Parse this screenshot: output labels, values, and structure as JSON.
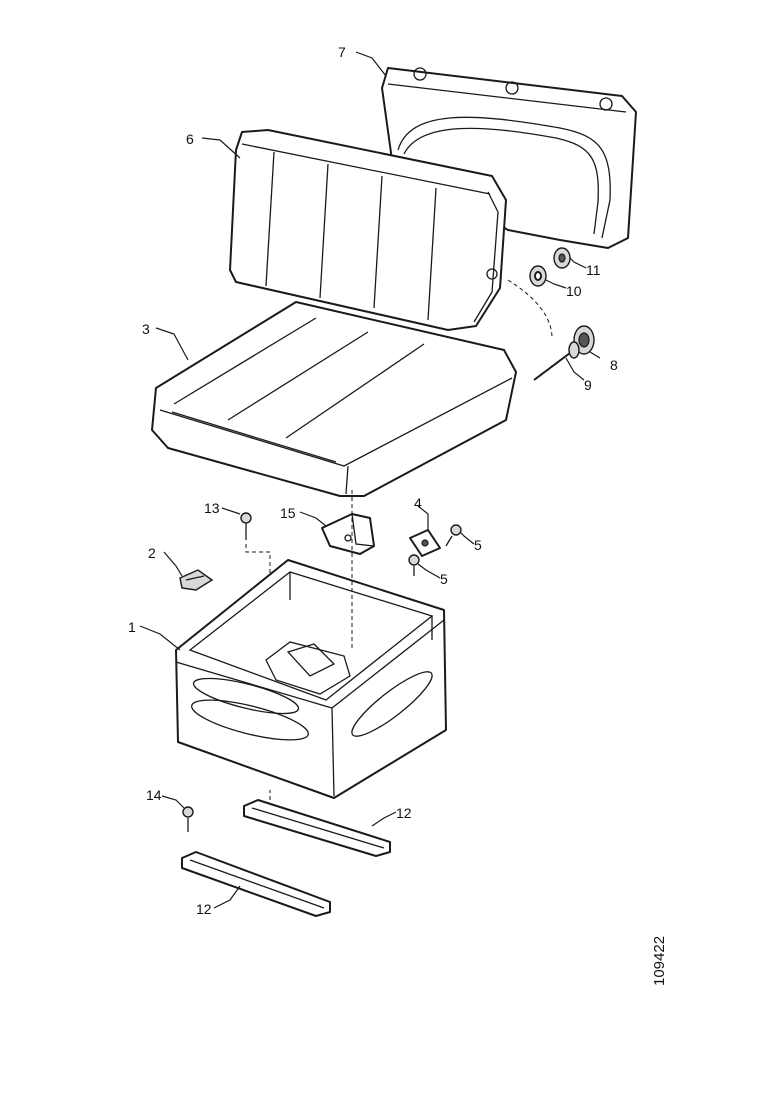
{
  "diagram": {
    "reference_code": "109422",
    "callouts": [
      {
        "id": "c1",
        "label": "1"
      },
      {
        "id": "c2",
        "label": "2"
      },
      {
        "id": "c3",
        "label": "3"
      },
      {
        "id": "c4",
        "label": "4"
      },
      {
        "id": "c5a",
        "label": "5"
      },
      {
        "id": "c5b",
        "label": "5"
      },
      {
        "id": "c6",
        "label": "6"
      },
      {
        "id": "c7",
        "label": "7"
      },
      {
        "id": "c8",
        "label": "8"
      },
      {
        "id": "c9",
        "label": "9"
      },
      {
        "id": "c10",
        "label": "10"
      },
      {
        "id": "c11",
        "label": "11"
      },
      {
        "id": "c12a",
        "label": "12"
      },
      {
        "id": "c12b",
        "label": "12"
      },
      {
        "id": "c13",
        "label": "13"
      },
      {
        "id": "c14",
        "label": "14"
      },
      {
        "id": "c15",
        "label": "15"
      }
    ]
  }
}
